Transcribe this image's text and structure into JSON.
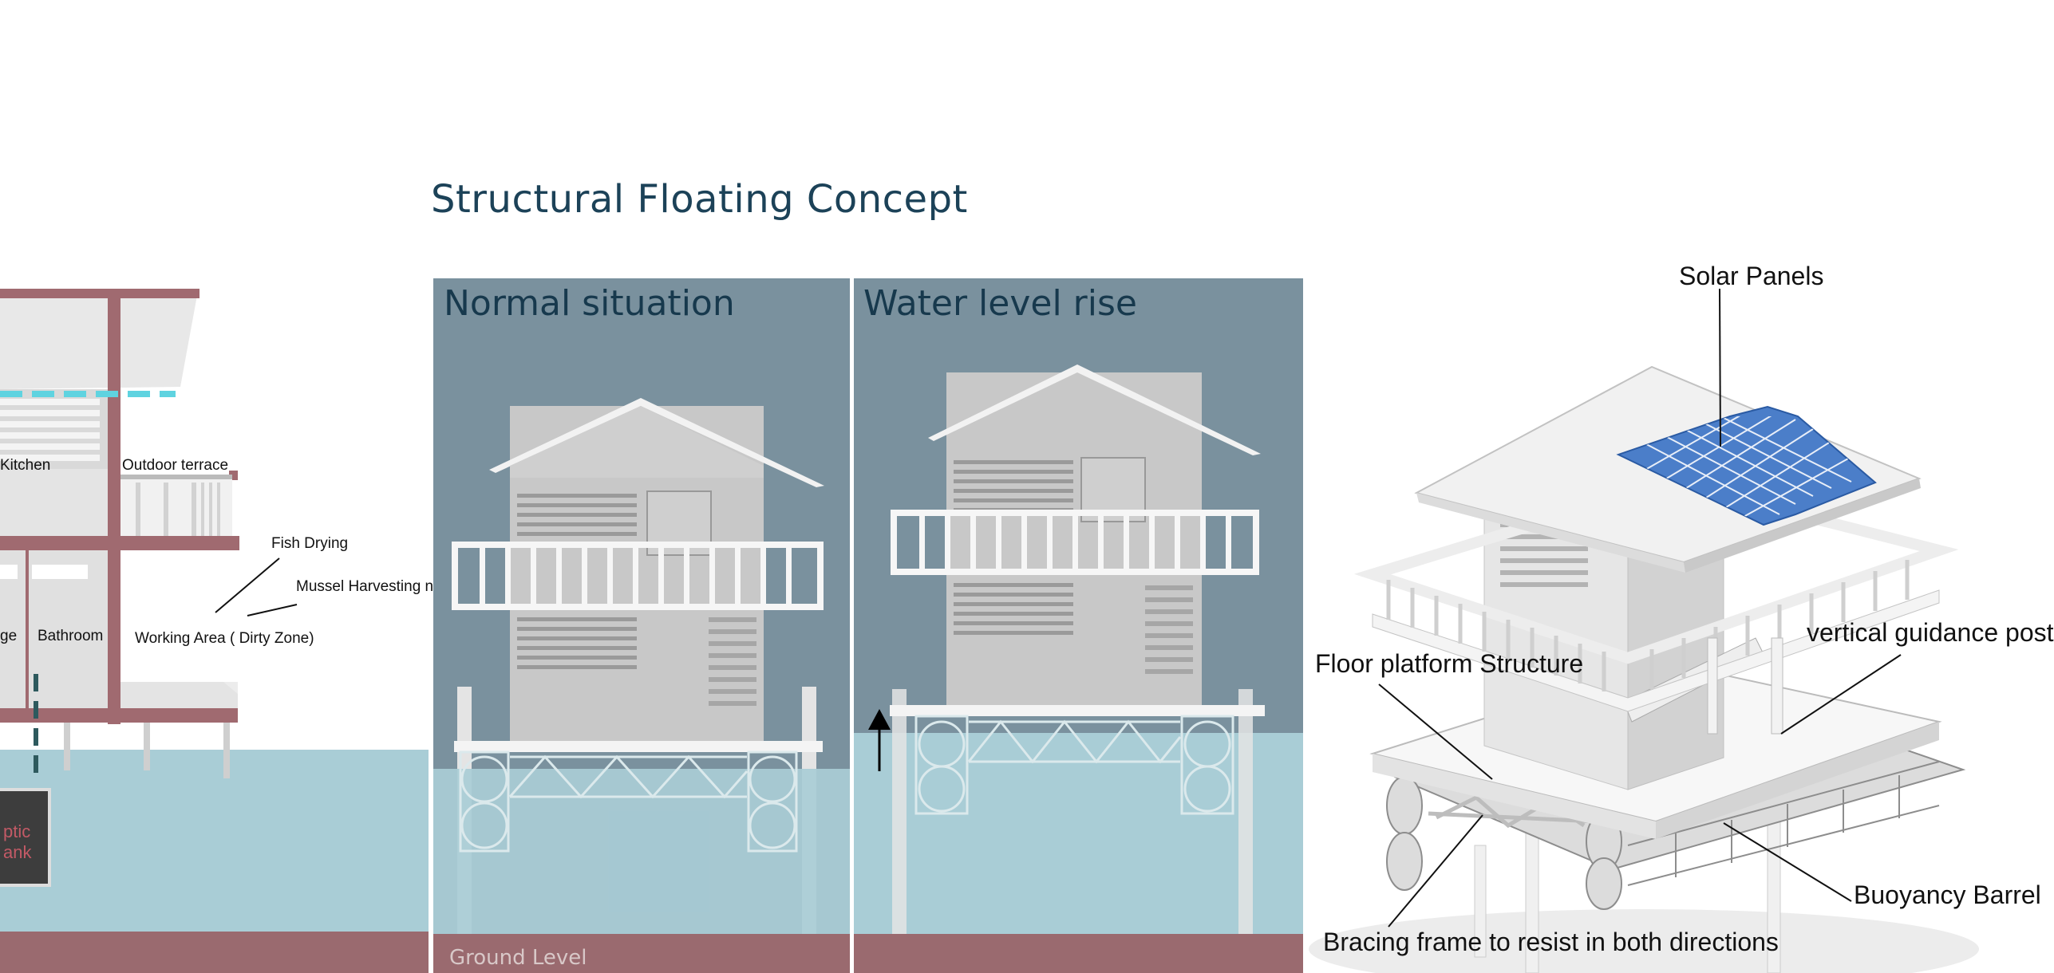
{
  "title": "Structural Floating Concept",
  "section_view": {
    "labels": {
      "kitchen": "Kitchen",
      "outdoor_terrace": "Outdoor terrace",
      "fish_drying": "Fish Drying",
      "mussel_net": "Mussel Harvesting net",
      "storage_fragment": "ge",
      "bathroom": "Bathroom",
      "working_area": "Working Area ( Dirty Zone)",
      "septic_line1": "ptic",
      "septic_line2": "ank"
    }
  },
  "panels": {
    "normal": {
      "title": "Normal situation",
      "ground_label": "Ground Level"
    },
    "rise": {
      "title": "Water level rise"
    }
  },
  "axonometric": {
    "labels": {
      "solar_panels": "Solar Panels",
      "vertical_post": "vertical guidance post",
      "floor_platform": "Floor platform Structure",
      "buoyancy_barrel": "Buoyancy Barrel",
      "bracing_frame": "Bracing frame to resist in both directions"
    }
  },
  "colors": {
    "sky_panel": "#7a919e",
    "water": "#a9cdd6",
    "ground": "#9a6a6f",
    "frame": "#a06a70",
    "solar": "#4b7ec9",
    "title": "#1c4258"
  }
}
